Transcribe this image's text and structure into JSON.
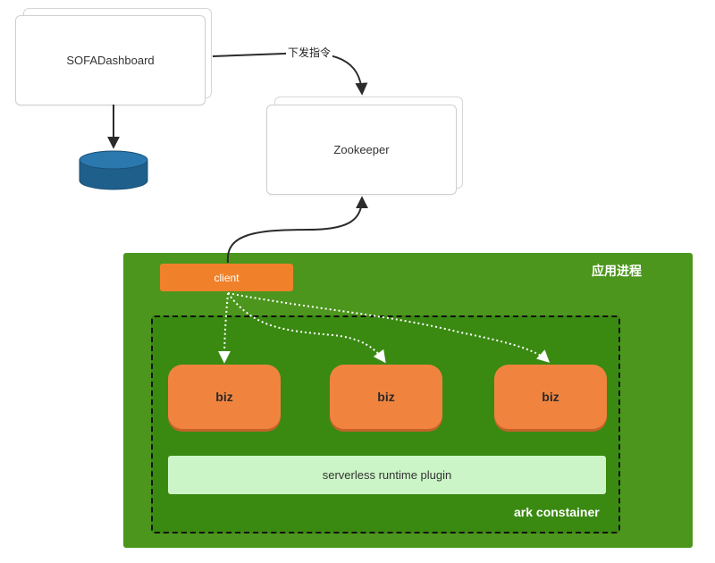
{
  "nodes": {
    "dashboard": "SOFADashboard",
    "zookeeper": "Zookeeper",
    "client": "client",
    "biz": [
      "biz",
      "biz",
      "biz"
    ],
    "plugin": "serverless runtime plugin"
  },
  "edges": {
    "dashboard_to_zookeeper": "下发指令"
  },
  "containers": {
    "process": "应用进程",
    "ark": "ark constainer"
  },
  "colors": {
    "process_bg": "#4c961d",
    "client_bg": "#f0812a",
    "biz_bg": "#f0843e",
    "plugin_bg": "#ccf5c7",
    "database": "#1f5f8b"
  },
  "icons": [
    "database-icon"
  ]
}
